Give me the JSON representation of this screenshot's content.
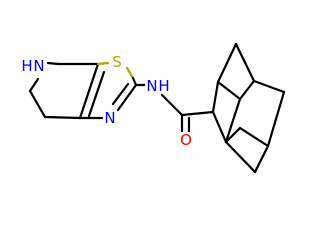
{
  "molecule": {
    "atom_labels": {
      "nh_ring": "N",
      "nh_ring_h": "H",
      "sulfur": "S",
      "n_thiazole": "N",
      "nh_amide": "N",
      "nh_amide_h": "H",
      "oxygen": "O"
    }
  },
  "colors": {
    "bond": "#000000",
    "nitrogen": "#0000ff",
    "sulfur": "#b3a600",
    "oxygen": "#ff0000",
    "background": "#ffffff"
  }
}
